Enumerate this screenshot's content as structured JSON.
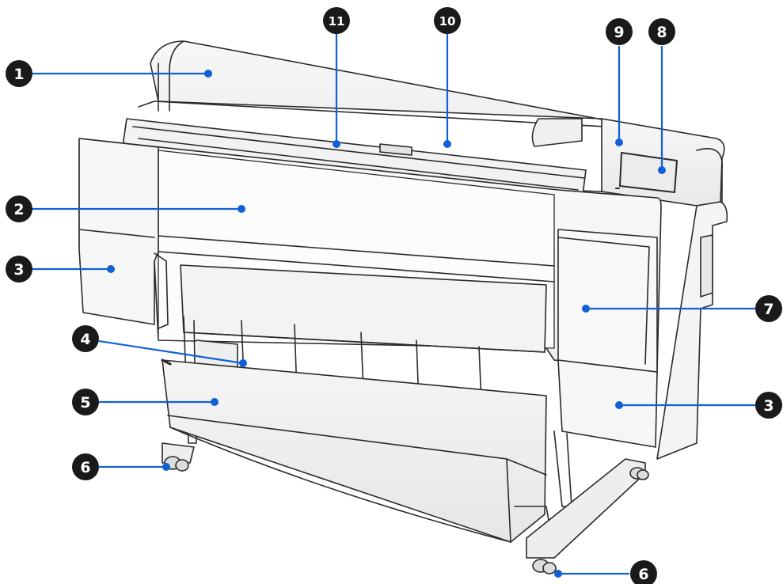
{
  "figure": {
    "subject": "printer-front-view",
    "callout_color": "#1a1a1a",
    "leader_color": "#1060d8",
    "outline_color": "#2a2a2a",
    "callouts": [
      "1",
      "2",
      "3",
      "3",
      "4",
      "5",
      "6",
      "6",
      "7",
      "8",
      "9",
      "10",
      "11"
    ]
  }
}
